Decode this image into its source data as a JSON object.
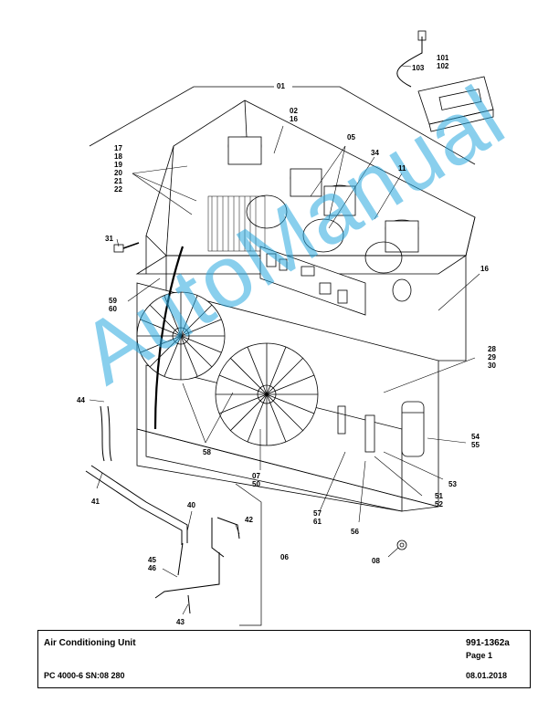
{
  "labels": [
    {
      "id": "01",
      "text": "01"
    },
    {
      "id": "02",
      "text": "02\n16"
    },
    {
      "id": "05",
      "text": "05"
    },
    {
      "id": "34",
      "text": "34"
    },
    {
      "id": "11",
      "text": "11"
    },
    {
      "id": "17",
      "text": "17\n18\n19\n20\n21\n22"
    },
    {
      "id": "31",
      "text": "31"
    },
    {
      "id": "59",
      "text": "59\n60"
    },
    {
      "id": "16b",
      "text": "16"
    },
    {
      "id": "28",
      "text": "28\n29\n30"
    },
    {
      "id": "44",
      "text": "44"
    },
    {
      "id": "58",
      "text": "58"
    },
    {
      "id": "07",
      "text": "07\n50"
    },
    {
      "id": "54",
      "text": "54\n55"
    },
    {
      "id": "53",
      "text": "53"
    },
    {
      "id": "51",
      "text": "51\n52"
    },
    {
      "id": "57",
      "text": "57\n61"
    },
    {
      "id": "56",
      "text": "56"
    },
    {
      "id": "41",
      "text": "41"
    },
    {
      "id": "40",
      "text": "40"
    },
    {
      "id": "42",
      "text": "42"
    },
    {
      "id": "06",
      "text": "06"
    },
    {
      "id": "45",
      "text": "45\n46"
    },
    {
      "id": "43",
      "text": "43"
    },
    {
      "id": "08",
      "text": "08"
    },
    {
      "id": "101",
      "text": "101\n102"
    },
    {
      "id": "103",
      "text": "103"
    }
  ],
  "watermark": "AutoManual",
  "footer": {
    "title": "Air Conditioning Unit",
    "doc_number": "991-1362a",
    "page": "Page 1",
    "model": "PC 4000-6 SN:08 280",
    "date": "08.01.2018"
  }
}
